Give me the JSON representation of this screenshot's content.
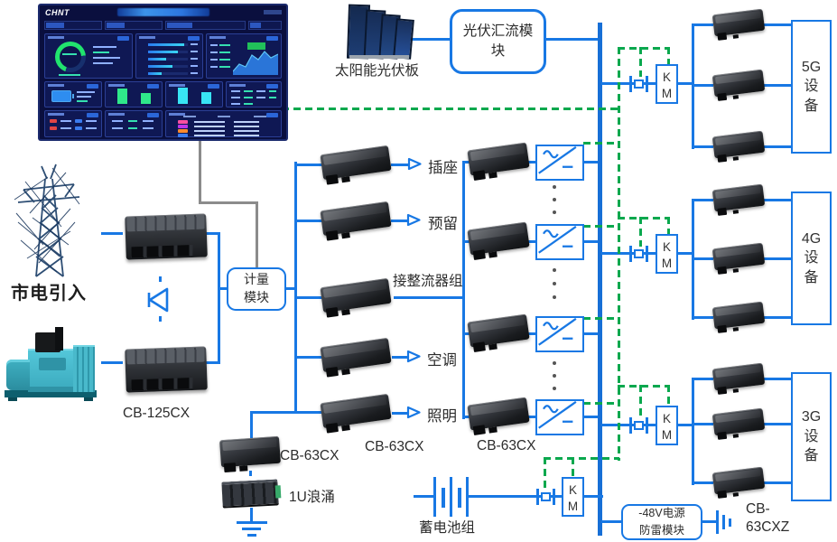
{
  "dashboard": {
    "logo": "CHNT"
  },
  "sources": {
    "mains": "市电引入",
    "solar": "太阳能光伏板",
    "pv_module": "光伏汇流模\n块"
  },
  "modules": {
    "metering": "计量\n模块",
    "protection": "-48V电源\n防雷模块",
    "km": "K\nM"
  },
  "breaker_labels": {
    "cb125": "CB-125CX",
    "cb63_mid": "CB-63CX",
    "cb63_right": "CB-63CX",
    "cb63_surge": "CB-63CX",
    "surge_1u": "1U浪涌",
    "cb63cxz": "CB-\n63CXZ"
  },
  "loads": [
    "插座",
    "预留",
    "空调",
    "照明"
  ],
  "rectifier_feed_label": "接整流器组",
  "battery_label": "蓄电池组",
  "equipment": [
    "5G\n设\n备",
    "4G\n设\n备",
    "3G\n设\n备"
  ],
  "colors": {
    "line_blue": "#1878e4",
    "dash_green": "#0aa84e"
  }
}
